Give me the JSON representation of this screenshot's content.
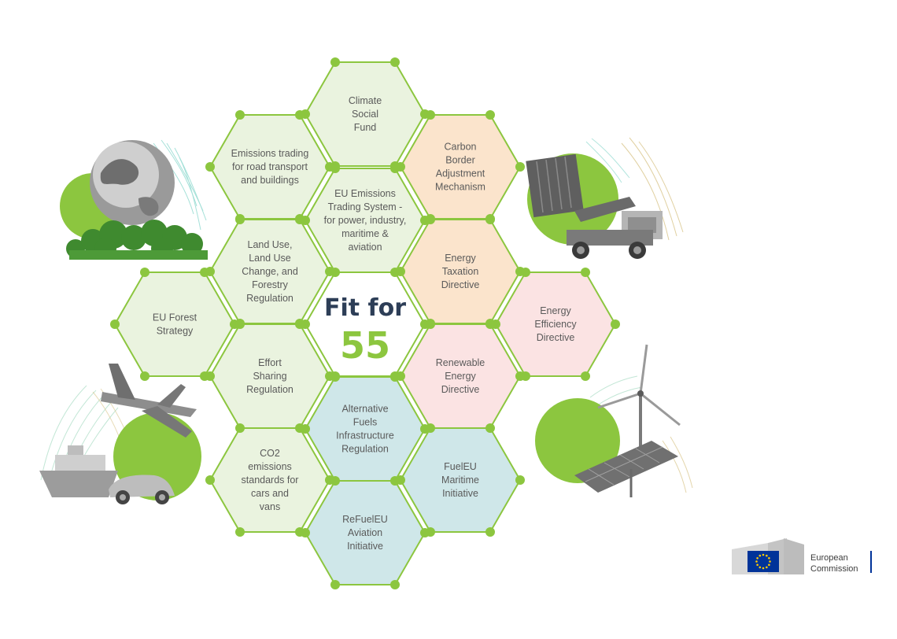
{
  "title": {
    "line1": "Fit for",
    "line2": "55"
  },
  "colors": {
    "outline": "#8cc63f",
    "node": "#8cc63f",
    "green_fill": "#eaf3df",
    "orange_fill": "#fbe4cc",
    "pink_fill": "#fbe3e3",
    "blue_fill": "#cfe7e9",
    "white_fill": "#ffffff",
    "title_dark": "#2d3e57",
    "title_green": "#8cc63f",
    "eu_blue": "#003399",
    "eu_gold": "#ffcc00"
  },
  "hexagons": [
    {
      "id": "climate-social-fund",
      "lines": [
        "Climate",
        "Social",
        "Fund"
      ],
      "fill": "green"
    },
    {
      "id": "emissions-trading-road",
      "lines": [
        "Emissions trading",
        "for road transport",
        "and buildings"
      ],
      "fill": "green"
    },
    {
      "id": "carbon-border",
      "lines": [
        "Carbon",
        "Border",
        "Adjustment",
        "Mechanism"
      ],
      "fill": "orange"
    },
    {
      "id": "eu-ets",
      "lines": [
        "EU Emissions",
        "Trading System -",
        "for power, industry,",
        "maritime &",
        "aviation"
      ],
      "fill": "green"
    },
    {
      "id": "land-use",
      "lines": [
        "Land Use,",
        "Land Use",
        "Change, and",
        "Forestry",
        "Regulation"
      ],
      "fill": "green"
    },
    {
      "id": "energy-taxation",
      "lines": [
        "Energy",
        "Taxation",
        "Directive"
      ],
      "fill": "orange"
    },
    {
      "id": "eu-forest",
      "lines": [
        "EU Forest",
        "Strategy"
      ],
      "fill": "green"
    },
    {
      "id": "energy-efficiency",
      "lines": [
        "Energy",
        "Efficiency",
        "Directive"
      ],
      "fill": "pink"
    },
    {
      "id": "effort-sharing",
      "lines": [
        "Effort",
        "Sharing",
        "Regulation"
      ],
      "fill": "green"
    },
    {
      "id": "renewable-energy",
      "lines": [
        "Renewable",
        "Energy",
        "Directive"
      ],
      "fill": "pink"
    },
    {
      "id": "alternative-fuels",
      "lines": [
        "Alternative",
        "Fuels",
        "Infrastructure",
        "Regulation"
      ],
      "fill": "blue"
    },
    {
      "id": "co2-standards",
      "lines": [
        "CO2",
        "emissions",
        "standards for",
        "cars and",
        "vans"
      ],
      "fill": "green"
    },
    {
      "id": "fueleu-maritime",
      "lines": [
        "FuelEU",
        "Maritime",
        "Initiative"
      ],
      "fill": "blue"
    },
    {
      "id": "refueleu-aviation",
      "lines": [
        "ReFuelEU",
        "Aviation",
        "Initiative"
      ],
      "fill": "blue"
    }
  ],
  "illustrations": [
    {
      "id": "earth-forest",
      "icon": "earth-forest-illustration"
    },
    {
      "id": "port-crane",
      "icon": "container-handler-illustration"
    },
    {
      "id": "transport",
      "icon": "plane-ship-car-illustration"
    },
    {
      "id": "renewables",
      "icon": "wind-turbine-solar-panel-illustration"
    }
  ],
  "logo": {
    "line1": "European",
    "line2": "Commission"
  }
}
